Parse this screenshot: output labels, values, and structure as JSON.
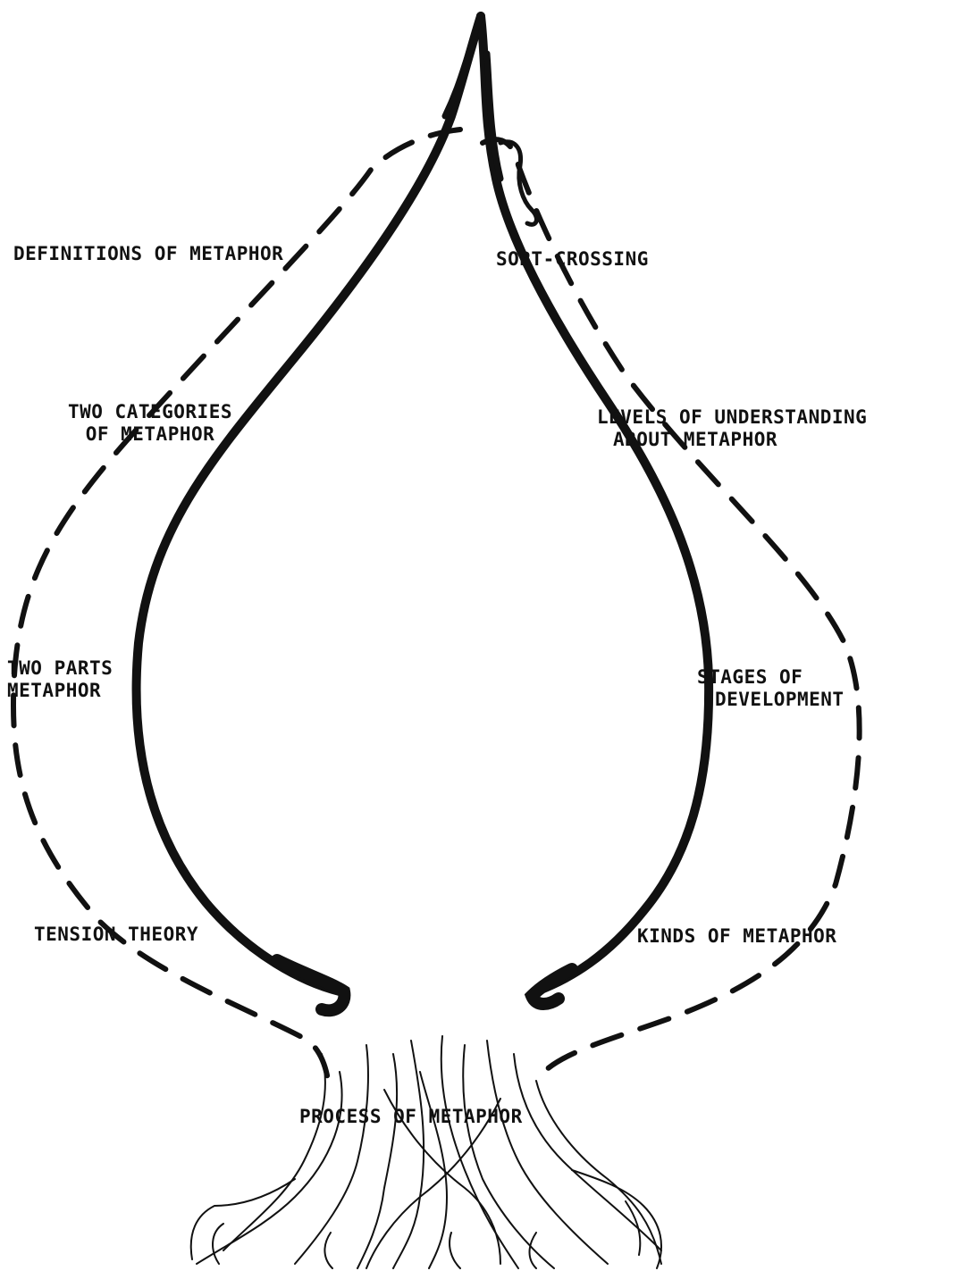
{
  "diagram": {
    "labels": {
      "definitions": "DEFINITIONS OF METAPHOR",
      "sort_crossing": "SORT-CROSSING",
      "two_categories_line1": "TWO CATEGORIES",
      "two_categories_line2": "OF METAPHOR",
      "levels_line1": "LEVELS OF UNDERSTANDING",
      "levels_line2": "ABOUT METAPHOR",
      "two_parts_line1": "TWO PARTS",
      "two_parts_line2": "METAPHOR",
      "stages_line1": "STAGES OF",
      "stages_line2": "DEVELOPMENT",
      "tension": "TENSION THEORY",
      "kinds": "KINDS OF METAPHOR",
      "process": "PROCESS OF METAPHOR"
    },
    "colors": {
      "ink": "#111111",
      "background": "#ffffff"
    }
  }
}
